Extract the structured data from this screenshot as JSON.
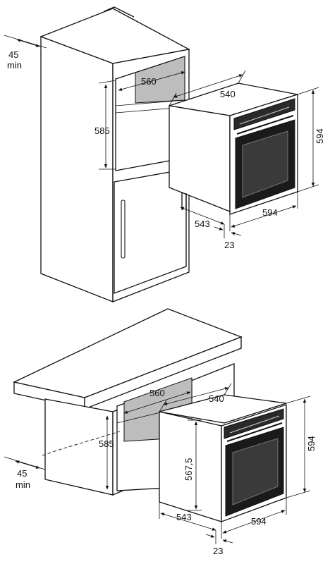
{
  "top": {
    "side_gap": "45",
    "side_gap_unit": "min",
    "niche_width": "560",
    "niche_height": "585",
    "oven_depth": "540",
    "oven_height": "594",
    "oven_width": "594",
    "mount_depth": "543",
    "front_offset": "23"
  },
  "bottom": {
    "side_gap": "45",
    "side_gap_unit": "min",
    "niche_width": "560",
    "niche_height": "585",
    "oven_depth": "540",
    "oven_height": "594",
    "body_height": "567,5",
    "oven_width": "594",
    "mount_depth": "543",
    "front_offset": "23"
  }
}
